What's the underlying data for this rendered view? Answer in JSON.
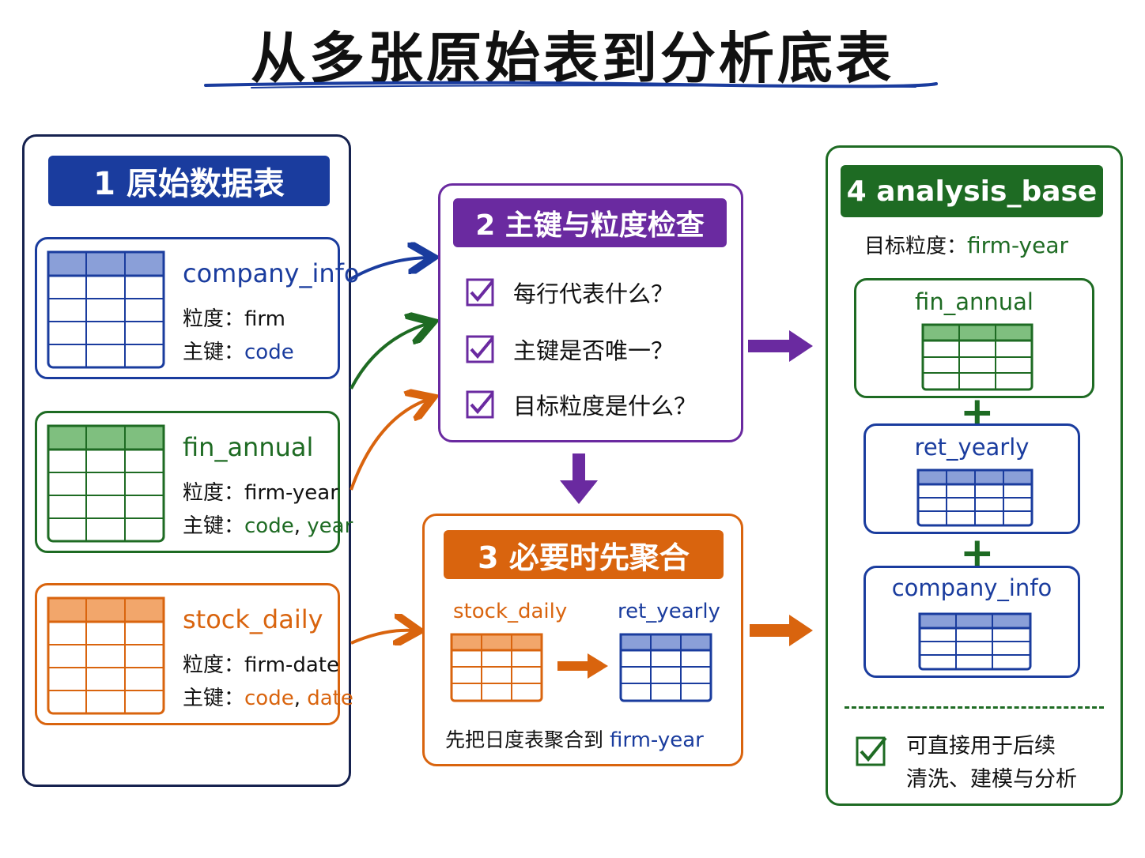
{
  "title": "从多张原始表到分析底表",
  "colors": {
    "navy": "#16224f",
    "blue": "#1a3c9e",
    "green": "#1e6b23",
    "orange": "#d9640e",
    "purple": "#6a2aa0"
  },
  "panel1": {
    "banner": "1 原始数据表",
    "tables": [
      {
        "name": "company_info",
        "grain_label": "粒度：",
        "grain": "firm",
        "key_label": "主键：",
        "key_1": "code",
        "key_sep": "",
        "key_2": ""
      },
      {
        "name": "fin_annual",
        "grain_label": "粒度：",
        "grain": "firm-year",
        "key_label": "主键：",
        "key_1": "code",
        "key_sep": ", ",
        "key_2": "year"
      },
      {
        "name": "stock_daily",
        "grain_label": "粒度：",
        "grain": "firm-date",
        "key_label": "主键：",
        "key_1": "code",
        "key_sep": ", ",
        "key_2": "date"
      }
    ]
  },
  "panel2": {
    "banner": "2 主键与粒度检查",
    "checks": [
      "每行代表什么？",
      "主键是否唯一？",
      "目标粒度是什么？"
    ]
  },
  "panel3": {
    "banner": "3 必要时先聚合",
    "from_table": "stock_daily",
    "to_table": "ret_yearly",
    "caption_prefix": "先把日度表聚合到 ",
    "caption_target": "firm-year"
  },
  "panel4": {
    "banner": "4 analysis_base",
    "grain_label": "目标粒度：",
    "grain": "firm-year",
    "components": [
      "fin_annual",
      "ret_yearly",
      "company_info"
    ],
    "plus": "+",
    "note_line1": "可直接用于后续",
    "note_line2": "清洗、建模与分析"
  }
}
